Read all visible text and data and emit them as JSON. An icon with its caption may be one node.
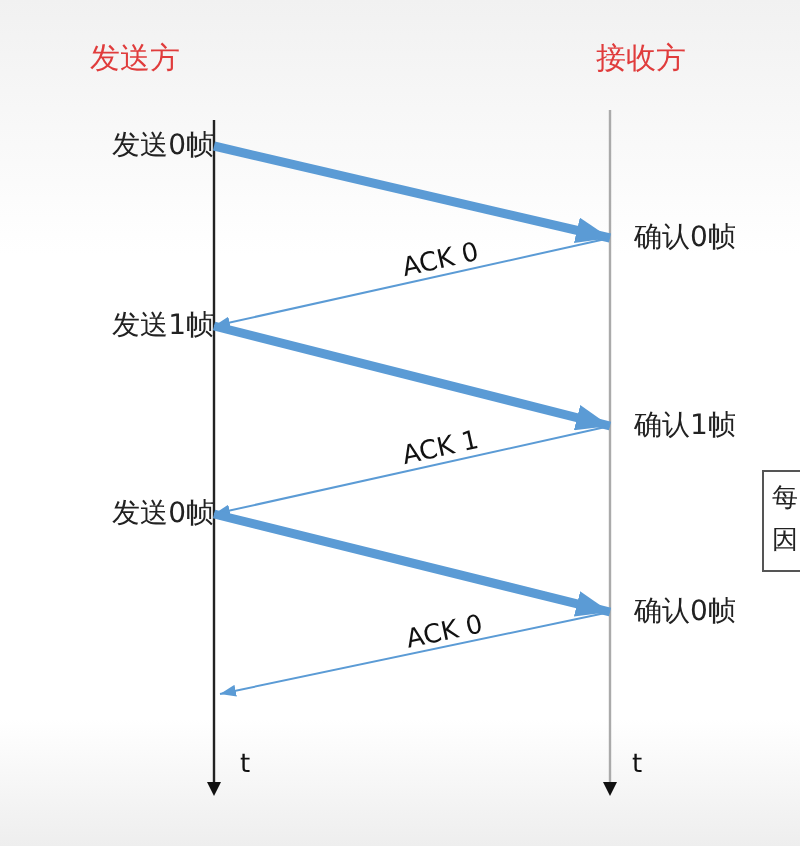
{
  "diagram": {
    "nodes": [
      {
        "text": [
          "发送0帧"
        ]
      },
      {
        "text": [
          "确认0帧"
        ]
      },
      {
        "text": [
          "发送1帧"
        ]
      },
      {
        "text": [
          "确认1帧"
        ]
      },
      {
        "text": [
          "发送0帧"
        ]
      },
      {
        "text": [
          "确认0帧"
        ]
      },
      {
        "text": [
          "每因"
        ]
      }
    ],
    "edges": [
      {
        "from": 0,
        "to": 1,
        "arrow": "to",
        "style": "thick"
      },
      {
        "from": 1,
        "to": 2,
        "arrow": "to",
        "label": "ACK 0"
      },
      {
        "from": 2,
        "to": 3,
        "arrow": "to",
        "style": "thick"
      },
      {
        "from": 3,
        "to": 4,
        "arrow": "to",
        "label": "ACK 1"
      },
      {
        "from": 4,
        "to": 5,
        "arrow": "to",
        "style": "thick"
      },
      {
        "from": 5,
        "to": null,
        "arrow": "to",
        "label": "ACK 0"
      }
    ],
    "labels": [
      "发送方",
      "接收方",
      "t",
      "t"
    ]
  }
}
